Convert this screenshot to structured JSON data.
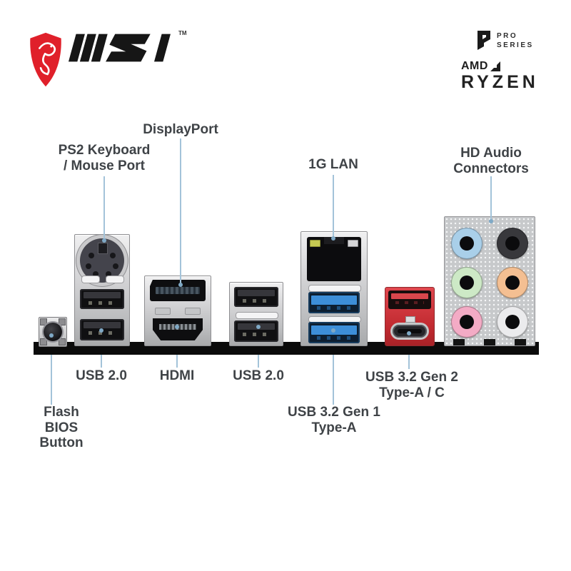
{
  "brand": {
    "msi_wordmark": "MSI",
    "msi_trademark": "TM",
    "shield_color": "#e0202a",
    "pro_series": {
      "line1": "PRO",
      "line2": "SERIES"
    },
    "amd": {
      "name": "AMD",
      "product": "RYZEN"
    }
  },
  "diagram": {
    "callout_line_color": "#a3c3d9",
    "label_color": "#3f4347",
    "io_bar_color": "#0b0b0b",
    "usb3_tongue_color": "#3d8ed8",
    "gen2_housing_color": "#c0292f",
    "labels": {
      "ps2": [
        "PS2 Keyboard",
        "/ Mouse Port"
      ],
      "displayport": [
        "DisplayPort"
      ],
      "lan": [
        "1G LAN"
      ],
      "audio": [
        "HD Audio",
        "Connectors"
      ],
      "usb2_left": [
        "USB 2.0"
      ],
      "hdmi": [
        "HDMI"
      ],
      "usb2_right": [
        "USB 2.0"
      ],
      "usb32_gen2": [
        "USB 3.2 Gen 2",
        "Type-A / C"
      ],
      "usb32_gen1": [
        "USB 3.2 Gen 1",
        "Type-A"
      ],
      "flash_bios": [
        "Flash",
        "BIOS",
        "Button"
      ]
    },
    "audio_jacks": [
      {
        "name": "line-in-jack",
        "color": "#a9cfe9"
      },
      {
        "name": "rear-surround-jack",
        "color": "#38383c"
      },
      {
        "name": "line-out-jack",
        "color": "#cde9c6"
      },
      {
        "name": "center-sub-jack",
        "color": "#f4bf92"
      },
      {
        "name": "mic-in-jack",
        "color": "#f3abc5"
      },
      {
        "name": "side-surround-jack",
        "color": "#ebebed"
      }
    ]
  }
}
